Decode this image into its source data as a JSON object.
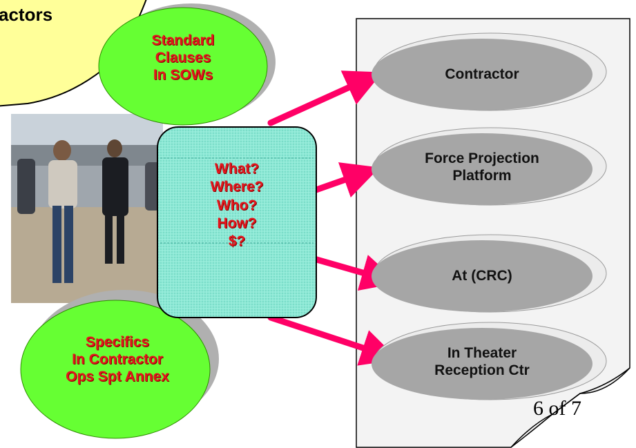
{
  "callout": {
    "text": "actors"
  },
  "ellipses": {
    "standard": [
      "Standard",
      "Clauses",
      "In SOWs"
    ],
    "specifics": [
      "Specifics",
      "In Contractor",
      "Ops Spt Annex"
    ]
  },
  "questions": [
    "What?",
    "Where?",
    "Who?",
    "How?",
    "$?"
  ],
  "targets": [
    {
      "label": [
        "Contractor"
      ]
    },
    {
      "label": [
        "Force Projection",
        "Platform"
      ]
    },
    {
      "label": [
        "At (CRC)"
      ]
    },
    {
      "label": [
        "In Theater",
        "Reception Ctr"
      ]
    }
  ],
  "page": {
    "number": "6 of 7"
  },
  "colors": {
    "green": "#66ff33",
    "teal": "#8ee9d6",
    "callout": "#ffff99",
    "gray_ellipse": "#a6a6a6",
    "arrow": "#ff0066",
    "red_text": "#e3161d"
  }
}
